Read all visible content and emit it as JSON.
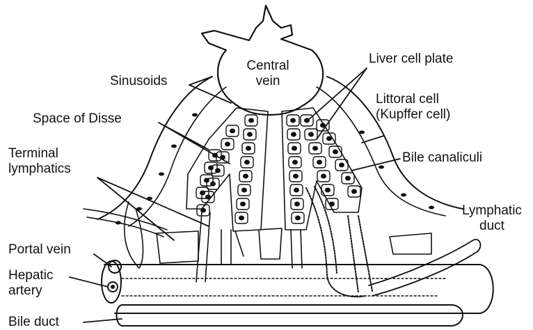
{
  "labels": {
    "central_vein_1": "Central",
    "central_vein_2": "vein",
    "sinusoids": "Sinusoids",
    "space_of_disse": "Space of Disse",
    "terminal_lymphatics_1": "Terminal",
    "terminal_lymphatics_2": "lymphatics",
    "portal_vein": "Portal vein",
    "hepatic_artery_1": "Hepatic",
    "hepatic_artery_2": "artery",
    "bile_duct": "Bile duct",
    "liver_cell_plate": "Liver cell plate",
    "littoral_cell_1": "Littoral cell",
    "littoral_cell_2": "(Kupffer cell)",
    "bile_canaliculi": "Bile canaliculi",
    "lymphatic_duct_1": "Lymphatic",
    "lymphatic_duct_2": "duct"
  },
  "colors": {
    "ink": "#111111",
    "background": "#ffffff"
  }
}
